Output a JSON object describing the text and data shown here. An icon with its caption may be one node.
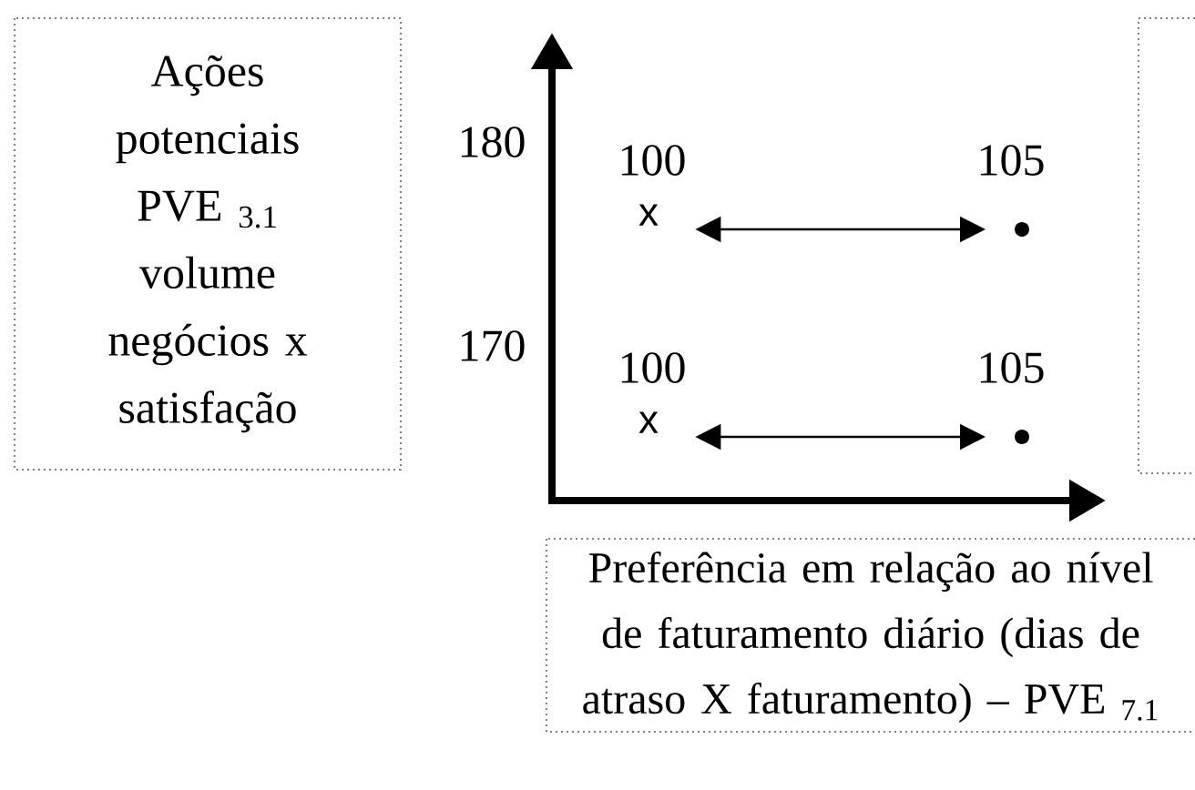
{
  "diagram": {
    "nodes": [
      {
        "text": [
          "Ações potenciais PVE $_{3.1}$ volume negócios x satisfação"
        ]
      },
      {
        "text": [],
        "shape": "box"
      },
      {
        "text": [
          "Preferência em relação ao nível de faturamento diário (dias de atraso X faturamento) – PVE $_{7.1}$"
        ]
      },
      {
        "text": [
          "x"
        ],
        "beside": [
          "100"
        ]
      },
      {
        "text": [],
        "shape": "circle",
        "beside": [
          "105"
        ]
      },
      {
        "text": [
          "x"
        ],
        "beside": [
          "100"
        ]
      },
      {
        "text": [],
        "shape": "circle",
        "beside": [
          "105"
        ]
      }
    ],
    "edges": [
      {
        "from": 3,
        "to": 4,
        "arrow": "both"
      },
      {
        "from": 5,
        "to": 6,
        "arrow": "both"
      }
    ],
    "labels": [
      "180",
      "170"
    ]
  }
}
